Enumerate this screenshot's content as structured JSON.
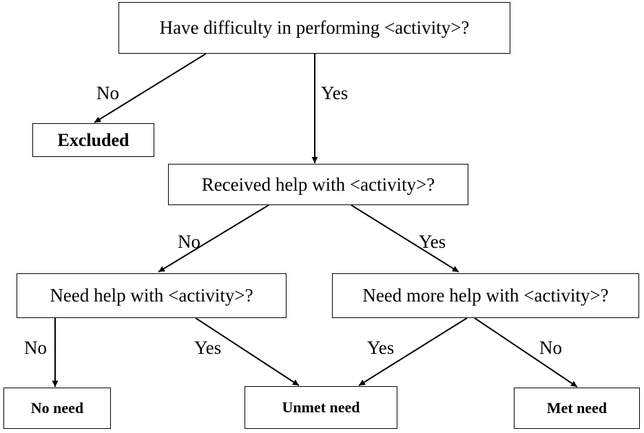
{
  "nodes": {
    "difficulty": "Have difficulty in performing  <activity>?",
    "excluded": "Excluded",
    "received_help": "Received help with <activity>?",
    "need_help": "Need help with <activity>?",
    "need_more_help": "Need more help with <activity>?",
    "no_need": "No need",
    "unmet_need": "Unmet need",
    "met_need": "Met need"
  },
  "edges": {
    "difficulty_no": "No",
    "difficulty_yes": "Yes",
    "received_no": "No",
    "received_yes": "Yes",
    "need_no": "No",
    "need_yes": "Yes",
    "more_yes": "Yes",
    "more_no": "No"
  },
  "colors": {
    "line": "#000000",
    "background": "#ffffff"
  }
}
